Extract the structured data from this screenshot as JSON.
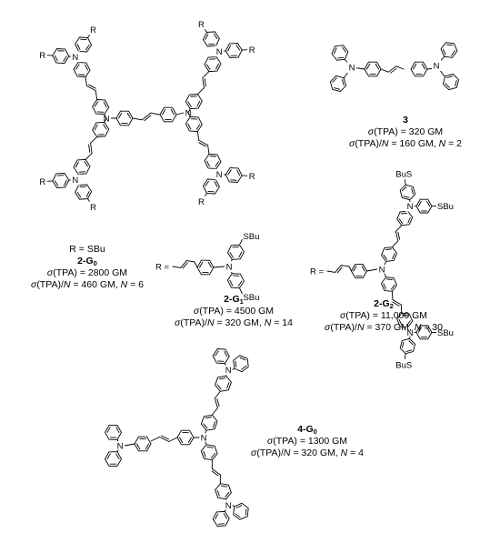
{
  "colors": {
    "ink": "#000000",
    "background": "#ffffff"
  },
  "atoms": {
    "nitrogen": "N",
    "r_group": "R",
    "sbu": "SBu",
    "bus": "BuS"
  },
  "substituent_definition": "R = SBu",
  "r_eq": "R =",
  "sigma_sym": "σ",
  "n_sym": "N",
  "compounds": {
    "c3": {
      "name": "3",
      "sub": "",
      "tpa": "(TPA) = 320 GM",
      "per_n": "(TPA)/",
      "per_n_val": " = 160 GM, ",
      "n_eq": " = 2"
    },
    "g0": {
      "name": "2-G",
      "sub": "0",
      "tpa": "(TPA) = 2800 GM",
      "per_n": "(TPA)/",
      "per_n_val": " = 460 GM, ",
      "n_eq": " = 6"
    },
    "g1": {
      "name": "2-G",
      "sub": "1",
      "tpa": "(TPA) = 4500 GM",
      "per_n": "(TPA)/",
      "per_n_val": " = 320 GM, ",
      "n_eq": " = 14"
    },
    "g2": {
      "name": "2-G",
      "sub": "2",
      "tpa": "(TPA) = 11,000 GM",
      "per_n": "(TPA)/",
      "per_n_val": " = 370 GM, ",
      "n_eq": " = 30"
    },
    "c4g0": {
      "name": "4-G",
      "sub": "0",
      "tpa": "(TPA) = 1300 GM",
      "per_n": "(TPA)/",
      "per_n_val": " = 320 GM, ",
      "n_eq": " = 4"
    }
  }
}
